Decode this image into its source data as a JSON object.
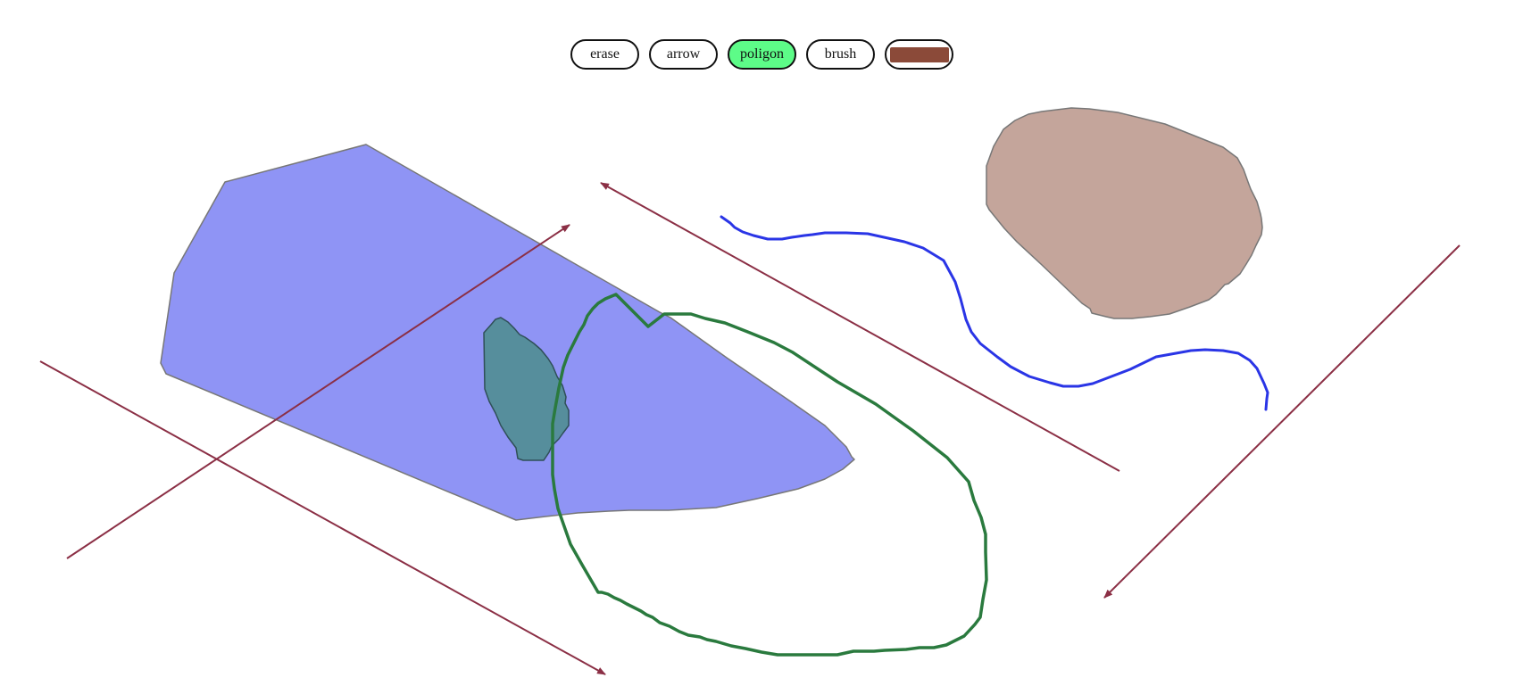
{
  "toolbar": {
    "tools": [
      {
        "key": "erase",
        "label": "erase",
        "active": false
      },
      {
        "key": "arrow",
        "label": "arrow",
        "active": false
      },
      {
        "key": "poligon",
        "label": "poligon",
        "active": true
      },
      {
        "key": "brush",
        "label": "brush",
        "active": false
      }
    ],
    "active_tool": "poligon",
    "active_color": "#5dfc88",
    "selected_color": "#8b4a39"
  },
  "canvas": {
    "shapes": [
      {
        "kind": "polygon",
        "name": "blue-polygon",
        "fill": "#8f94f5",
        "stroke": "#777777"
      },
      {
        "kind": "polygon",
        "name": "teal-blob",
        "fill": "#568e9c",
        "stroke": "#2f4f58"
      },
      {
        "kind": "polygon",
        "name": "tan-blob",
        "fill": "#c4a59b",
        "stroke": "#777777"
      },
      {
        "kind": "stroke",
        "name": "green-loop-stroke",
        "color": "#2a7a3e"
      },
      {
        "kind": "stroke",
        "name": "blue-curve-stroke",
        "color": "#2a35e6"
      },
      {
        "kind": "arrow",
        "name": "arrow-1",
        "color": "#8b2f45"
      },
      {
        "kind": "arrow",
        "name": "arrow-2",
        "color": "#8b2f45"
      },
      {
        "kind": "arrow",
        "name": "arrow-3",
        "color": "#8b2f45"
      },
      {
        "kind": "arrow",
        "name": "arrow-4",
        "color": "#8b2f45"
      }
    ]
  }
}
